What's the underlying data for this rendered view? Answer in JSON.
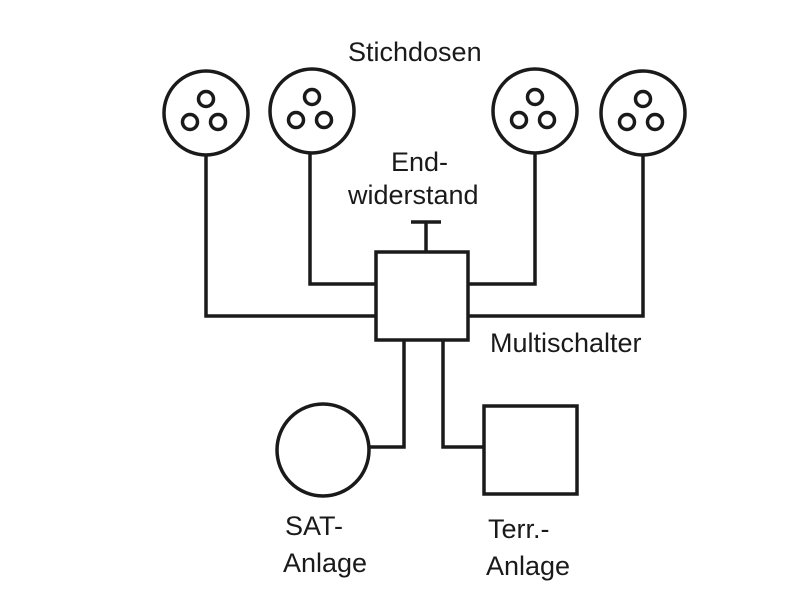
{
  "labels": {
    "sockets": "Stichdosen",
    "terminator_line1": "End-",
    "terminator_line2": "widerstand",
    "switch": "Multischalter",
    "sat_line1": "SAT-",
    "sat_line2": "Anlage",
    "terr_line1": "Terr.-",
    "terr_line2": "Anlage"
  },
  "colors": {
    "stroke": "#1a1a1a",
    "background": "#ffffff"
  }
}
